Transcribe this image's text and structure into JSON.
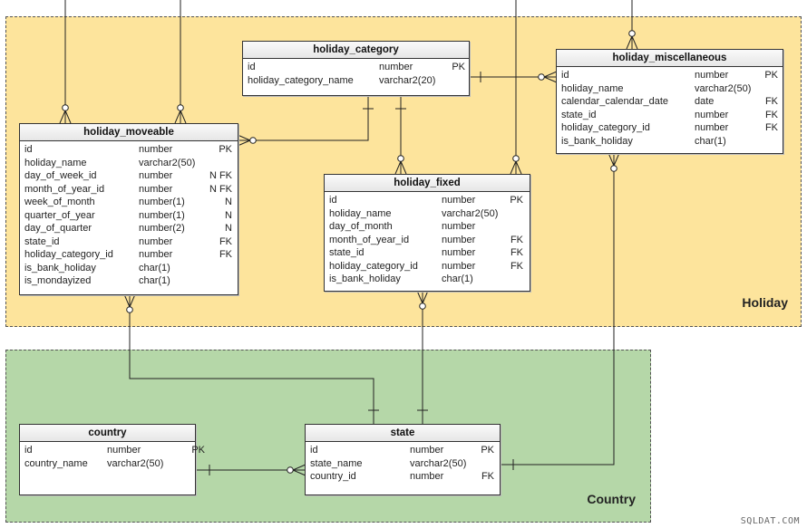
{
  "areas": [
    {
      "name": "holiday-area",
      "label": "Holiday",
      "color": "#fde49c"
    },
    {
      "name": "country-area",
      "label": "Country",
      "color": "#b5d7a8"
    }
  ],
  "entities": {
    "holiday_category": {
      "title": "holiday_category",
      "columns": [
        {
          "name": "id",
          "type": "number",
          "key": "PK"
        },
        {
          "name": "holiday_category_name",
          "type": "varchar2(20)",
          "key": ""
        }
      ]
    },
    "holiday_miscellaneous": {
      "title": "holiday_miscellaneous",
      "columns": [
        {
          "name": "id",
          "type": "number",
          "key": "PK"
        },
        {
          "name": "holiday_name",
          "type": "varchar2(50)",
          "key": ""
        },
        {
          "name": "calendar_calendar_date",
          "type": "date",
          "key": "FK"
        },
        {
          "name": "state_id",
          "type": "number",
          "key": "FK"
        },
        {
          "name": "holiday_category_id",
          "type": "number",
          "key": "FK"
        },
        {
          "name": "is_bank_holiday",
          "type": "char(1)",
          "key": ""
        }
      ]
    },
    "holiday_moveable": {
      "title": "holiday_moveable",
      "columns": [
        {
          "name": "id",
          "type": "number",
          "key": "PK"
        },
        {
          "name": "holiday_name",
          "type": "varchar2(50)",
          "key": ""
        },
        {
          "name": "day_of_week_id",
          "type": "number",
          "key": "N FK"
        },
        {
          "name": "month_of_year_id",
          "type": "number",
          "key": "N FK"
        },
        {
          "name": "week_of_month",
          "type": "number(1)",
          "key": "N"
        },
        {
          "name": "quarter_of_year",
          "type": "number(1)",
          "key": "N"
        },
        {
          "name": "day_of_quarter",
          "type": "number(2)",
          "key": "N"
        },
        {
          "name": "state_id",
          "type": "number",
          "key": "FK"
        },
        {
          "name": "holiday_category_id",
          "type": "number",
          "key": "FK"
        },
        {
          "name": "is_bank_holiday",
          "type": "char(1)",
          "key": ""
        },
        {
          "name": "is_mondayized",
          "type": "char(1)",
          "key": ""
        }
      ]
    },
    "holiday_fixed": {
      "title": "holiday_fixed",
      "columns": [
        {
          "name": "id",
          "type": "number",
          "key": "PK"
        },
        {
          "name": "holiday_name",
          "type": "varchar2(50)",
          "key": ""
        },
        {
          "name": "day_of_month",
          "type": "number",
          "key": ""
        },
        {
          "name": "month_of_year_id",
          "type": "number",
          "key": "FK"
        },
        {
          "name": "state_id",
          "type": "number",
          "key": "FK"
        },
        {
          "name": "holiday_category_id",
          "type": "number",
          "key": "FK"
        },
        {
          "name": "is_bank_holiday",
          "type": "char(1)",
          "key": ""
        }
      ]
    },
    "country": {
      "title": "country",
      "columns": [
        {
          "name": "id",
          "type": "number",
          "key": "PK"
        },
        {
          "name": "country_name",
          "type": "varchar2(50)",
          "key": ""
        }
      ]
    },
    "state": {
      "title": "state",
      "columns": [
        {
          "name": "id",
          "type": "number",
          "key": "PK"
        },
        {
          "name": "state_name",
          "type": "varchar2(50)",
          "key": ""
        },
        {
          "name": "country_id",
          "type": "number",
          "key": "FK"
        }
      ]
    }
  },
  "relationships": [
    {
      "name": "category-to-miscellaneous",
      "from": "holiday_category",
      "to": "holiday_miscellaneous",
      "cardinality": "one-to-many"
    },
    {
      "name": "category-to-moveable",
      "from": "holiday_category",
      "to": "holiday_moveable",
      "cardinality": "one-to-many"
    },
    {
      "name": "category-to-fixed",
      "from": "holiday_category",
      "to": "holiday_fixed",
      "cardinality": "one-to-many"
    },
    {
      "name": "state-to-moveable",
      "from": "state",
      "to": "holiday_moveable",
      "cardinality": "one-to-many"
    },
    {
      "name": "state-to-fixed",
      "from": "state",
      "to": "holiday_fixed",
      "cardinality": "one-to-many"
    },
    {
      "name": "state-to-miscellaneous",
      "from": "state",
      "to": "holiday_miscellaneous",
      "cardinality": "one-to-many"
    },
    {
      "name": "country-to-state",
      "from": "country",
      "to": "state",
      "cardinality": "one-to-many"
    }
  ],
  "watermark": "SQLDAT.COM"
}
